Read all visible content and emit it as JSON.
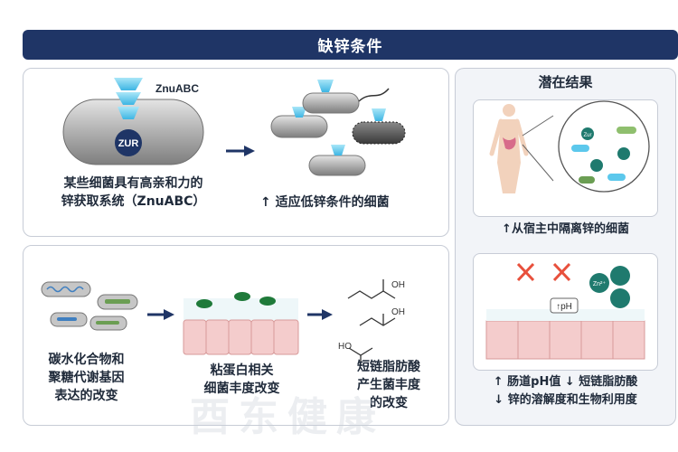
{
  "banner": {
    "title": "缺锌条件"
  },
  "top_panel": {
    "transporter_label": "ZnuABC",
    "zur_label": "ZUR",
    "left_caption_line1": "某些细菌具有高亲和力的",
    "left_caption_line2": "锌获取系统（ZnuABC）",
    "right_caption": "↑ 适应低锌条件的细菌"
  },
  "bottom_panel": {
    "caption1_line1": "碳水化合物和",
    "caption1_line2": "聚糖代谢基因",
    "caption1_line3": "表达的改变",
    "caption2_line1": "粘蛋白相关",
    "caption2_line2": "细菌丰度改变",
    "caption3_line1": "短链脂肪酸",
    "caption3_line2": "产生菌丰度",
    "caption3_line3": "的改变",
    "oh_label_1": "OH",
    "oh_label_2": "OH",
    "ho_label": "HO"
  },
  "right_panel": {
    "title": "潜在结果",
    "box1_caption": "↑从宿主中隔离锌的细菌",
    "ph_label": "↑pH",
    "zinc_label": "Zn²⁺",
    "zur_small": "Zur",
    "outcome_line1": "↑ 肠道pH值 ↓ 短链脂肪酸",
    "outcome_line2": "↓ 锌的溶解度和生物利用度"
  },
  "watermark": {
    "text": "酉东健康"
  },
  "colors": {
    "banner": "#1f3566",
    "transporter_cyan": "#5cc8ec",
    "zur_navy": "#1f3566",
    "cell_gray": "#9a9a9a",
    "mucus_green": "#1f7a3a",
    "epithelium_pink": "#f4cccc",
    "zinc_teal": "#1f7a6e",
    "cross_red": "#e8503c"
  }
}
